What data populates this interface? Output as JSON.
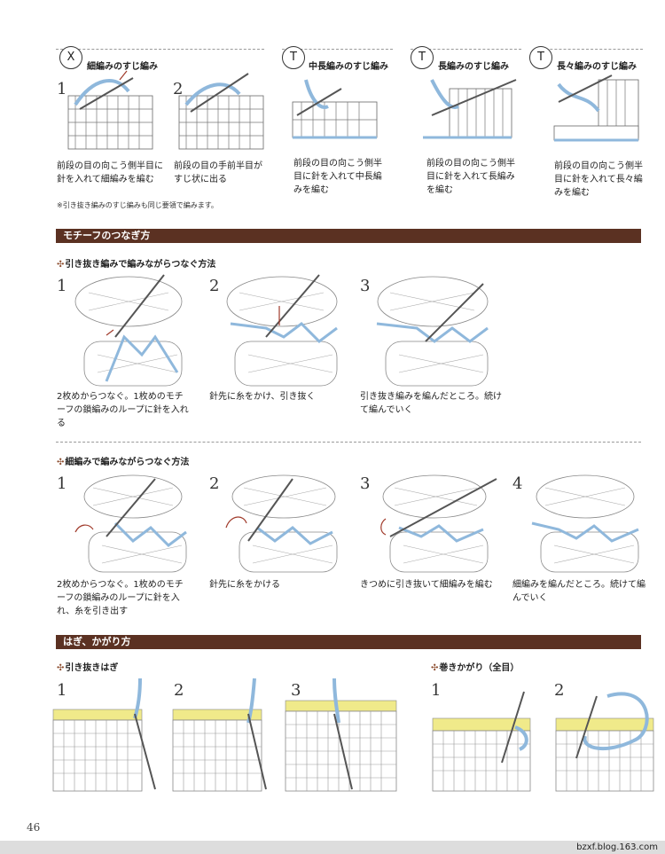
{
  "top_steps": {
    "sc": {
      "symbol": "X",
      "title": "細編みのすじ編み",
      "step1": {
        "num": "1",
        "caption": "前段の目の向こう側半目に針を入れて細編みを編む"
      },
      "step2": {
        "num": "2",
        "caption": "前段の目の手前半目がすじ状に出る"
      },
      "note": "※引き抜き編みのすじ編みも同じ要領で編みます。"
    },
    "hdc": {
      "symbol": "T",
      "title": "中長編みのすじ編み",
      "caption": "前段の目の向こう側半目に針を入れて中長編みを編む"
    },
    "dc": {
      "symbol": "T",
      "title": "長編みのすじ編み",
      "caption": "前段の目の向こう側半目に針を入れて長編みを編む"
    },
    "tr": {
      "symbol": "T",
      "title": "長々編みのすじ編み",
      "caption": "前段の目の向こう側半目に針を入れて長々編みを編む"
    }
  },
  "section1": {
    "heading": "モチーフのつなぎ方",
    "method1": {
      "title": "引き抜き編みで編みながらつなぐ方法",
      "steps": [
        {
          "num": "1",
          "caption": "2枚めからつなぐ。1枚めのモチーフの鎖編みのループに針を入れる"
        },
        {
          "num": "2",
          "caption": "針先に糸をかけ、引き抜く"
        },
        {
          "num": "3",
          "caption": "引き抜き編みを編んだところ。続けて編んでいく"
        }
      ]
    },
    "method2": {
      "title": "細編みで編みながらつなぐ方法",
      "steps": [
        {
          "num": "1",
          "caption": "2枚めからつなぐ。1枚めのモチーフの鎖編みのループに針を入れ、糸を引き出す"
        },
        {
          "num": "2",
          "caption": "針先に糸をかける"
        },
        {
          "num": "3",
          "caption": "きつめに引き抜いて細編みを編む"
        },
        {
          "num": "4",
          "caption": "細編みを編んだところ。続けて編んでいく"
        }
      ]
    }
  },
  "section2": {
    "heading": "はぎ、かがり方",
    "method1": {
      "title": "引き抜きはぎ",
      "steps": [
        "1",
        "2",
        "3"
      ]
    },
    "method2": {
      "title": "巻きかがり（全目）",
      "steps": [
        "1",
        "2"
      ]
    }
  },
  "page_number": "46",
  "footer_url": "bzxf.blog.163.com",
  "colors": {
    "heading_bar": "#5b3122",
    "yarn_blue": "#8fb8dc",
    "yarn_yellow": "#f0ea8a",
    "arrow": "#a03a2a"
  }
}
